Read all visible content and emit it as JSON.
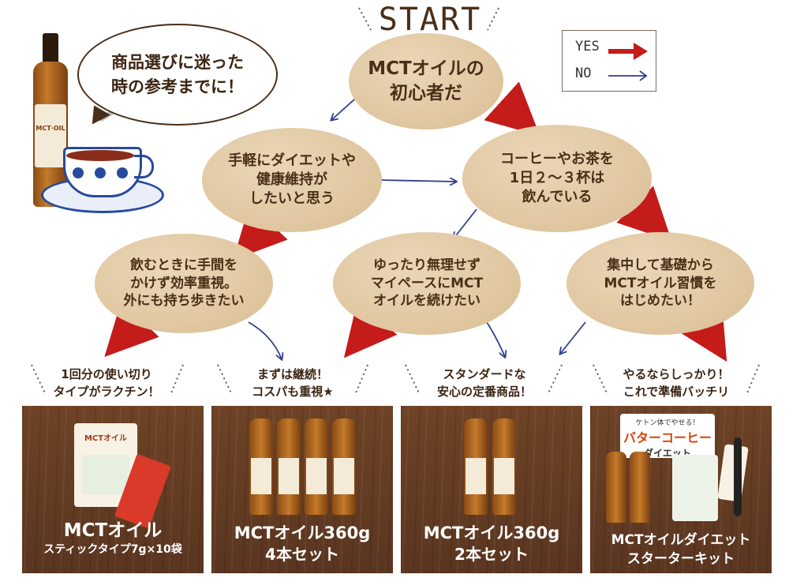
{
  "start": "START",
  "speech": "商品選びに迷った\n時の参考までに！",
  "legend": {
    "yes": "YES",
    "no": "NO",
    "yes_color": "#c41b1b",
    "no_color": "#2f3f8f"
  },
  "bottle_label": "MCT·OIL",
  "nodes": {
    "q1": "MCTオイルの\n初心者だ",
    "q2": "手軽にダイエットや\n健康維持が\nしたいと思う",
    "q3": "コーヒーやお茶を\n1日２～３杯は\n飲んでいる",
    "q4": "飲むときに手間を\nかけず効率重視。\n外にも持ち歩きたい",
    "q5": "ゆったり無理せず\nマイペースにMCT\nオイルを続けたい",
    "q6": "集中して基礎から\nMCTオイル習慣を\nはじめたい！"
  },
  "results": [
    {
      "caption": "1回分の使い切り\nタイプがラクチン！",
      "name_main": "MCTオイル",
      "name_sub": "スティックタイプ7g×10袋"
    },
    {
      "caption": "まずは継続！\nコスパも重視★",
      "name_main": "MCTオイル360g",
      "name_sub": "4本セット"
    },
    {
      "caption": "スタンダードな\n安心の定番商品！",
      "name_main": "MCTオイル360g",
      "name_sub": "2本セット"
    },
    {
      "caption": "やるならしっかり！\nこれで準備バッチリ",
      "name_main": "MCTオイルダイエット",
      "name_sub": "スターターキット"
    }
  ],
  "book": {
    "line1": "ケトン体でやせる！",
    "line2": "バターコーヒー",
    "line3": "ダイエット"
  },
  "pouch_label": "MCTオイル"
}
